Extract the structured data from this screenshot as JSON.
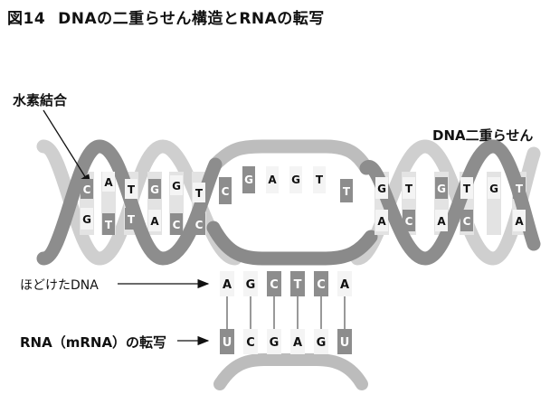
{
  "title": {
    "number": "図14",
    "text": "DNAの二重らせん構造とRNAの転写"
  },
  "labels": {
    "hydrogen_bond": "水素結合",
    "dna_double_helix": "DNA二重らせん",
    "unwound_dna": "ほどけたDNA",
    "rna_transcription": "RNA（mRNA）の転写"
  },
  "helix_top_strand": [
    "C",
    "A",
    "T",
    "G",
    "G",
    "T",
    "C",
    "G",
    "A",
    "G",
    "T",
    "T",
    "G",
    "T",
    "G",
    "T"
  ],
  "helix_bottom_strand": [
    "G",
    "T",
    "T",
    "A",
    "C",
    "C",
    "A",
    "C",
    "A",
    "C",
    "A"
  ],
  "unwound_dna_bases": [
    "A",
    "G",
    "C",
    "T",
    "C",
    "A"
  ],
  "rna_bases": [
    "U",
    "C",
    "G",
    "A",
    "G",
    "U"
  ]
}
